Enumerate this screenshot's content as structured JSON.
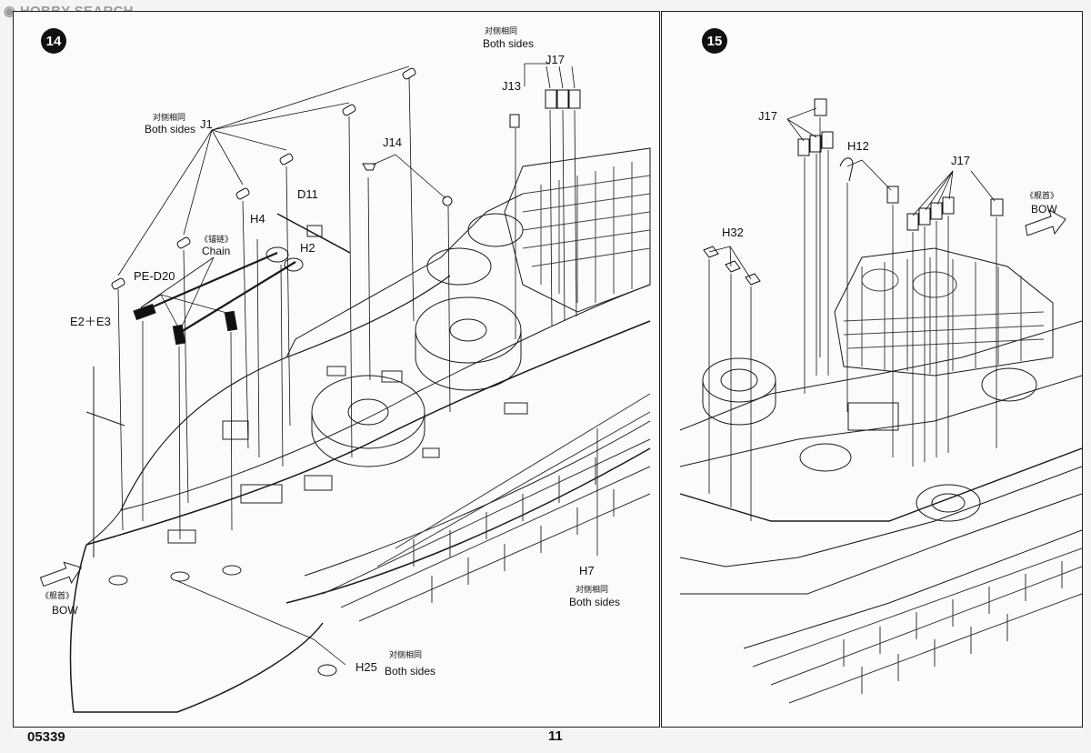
{
  "watermark": "HOBBY SEARCH",
  "product_code": "05339",
  "page_number": "11",
  "steps": {
    "left": {
      "number": "14",
      "labels": {
        "j1_cn": "对侧相同",
        "j1_en": "Both sides",
        "j1": "J1",
        "j13": "J13",
        "j13_cn": "对侧相同",
        "j13_en": "Both sides",
        "j17": "J17",
        "j14": "J14",
        "d11": "D11",
        "h4": "H4",
        "h2": "H2",
        "chain_cn": "《锚链》",
        "chain_en": "Chain",
        "pe_d20": "PE-D20",
        "e2e3": "E2＋E3",
        "bow_cn": "《舰首》",
        "bow_en": "BOW",
        "h7": "H7",
        "h7_cn": "对侧相同",
        "h7_en": "Both sides",
        "h25": "H25",
        "h25_cn": "对侧相同",
        "h25_en": "Both sides"
      }
    },
    "right": {
      "number": "15",
      "labels": {
        "j17_a": "J17",
        "h12": "H12",
        "j17_b": "J17",
        "h32": "H32",
        "bow_cn": "《舰首》",
        "bow_en": "BOW"
      }
    }
  }
}
